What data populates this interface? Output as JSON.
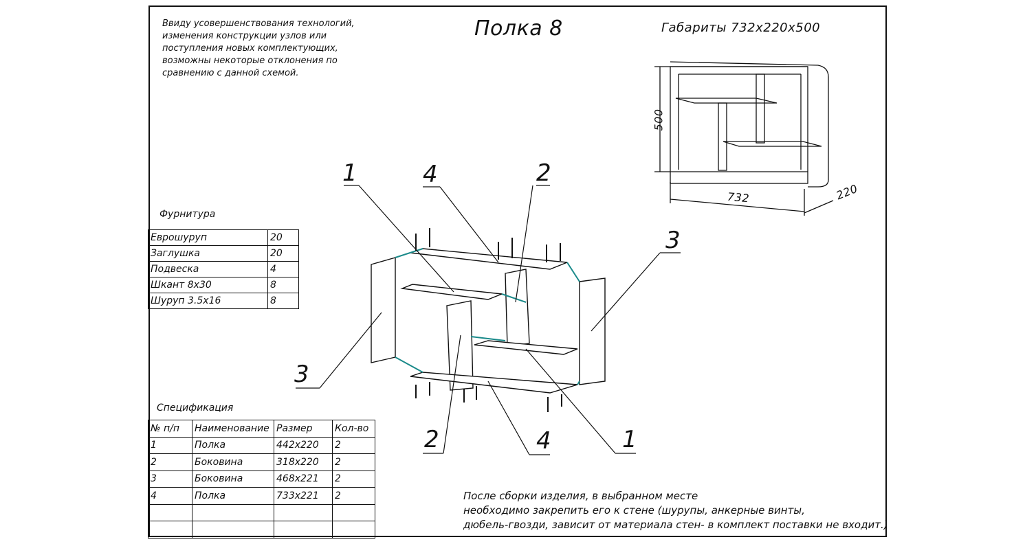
{
  "note": "Ввиду усовершенствования технологий,\nизменения конструкции узлов или\nпоступления новых комплектующих,\nвозможны некоторые отклонения по\nсравнению с данной схемой.",
  "title": "Полка 8",
  "dimensions_label": "Габариты 732x220x500",
  "overall": {
    "height": "500",
    "width": "732",
    "depth": "220"
  },
  "hardware": {
    "caption": "Фурнитура",
    "rows": [
      {
        "name": "Еврошуруп",
        "qty": "20"
      },
      {
        "name": "Заглушка",
        "qty": "20"
      },
      {
        "name": "Подвеска",
        "qty": "4"
      },
      {
        "name": "Шкант 8x30",
        "qty": "8"
      },
      {
        "name": "Шуруп 3.5x16",
        "qty": "8"
      }
    ]
  },
  "spec": {
    "caption": "Спецификация",
    "headers": [
      "№ п/п",
      "Наименование",
      "Размер",
      "Кол-во"
    ],
    "rows": [
      [
        "1",
        "Полка",
        "442x220",
        "2"
      ],
      [
        "2",
        "Боковина",
        "318x220",
        "2"
      ],
      [
        "3",
        "Боковина",
        "468x221",
        "2"
      ],
      [
        "4",
        "Полка",
        "733x221",
        "2"
      ],
      [
        "",
        "",
        "",
        ""
      ],
      [
        "",
        "",
        "",
        ""
      ]
    ]
  },
  "callouts": [
    "1",
    "4",
    "2",
    "3",
    "3",
    "2",
    "4",
    "1"
  ],
  "footer": "После сборки изделия, в выбранном месте\nнеобходимо закрепить его к стене (шурупы, анкерные винты,\nдюбель-гвозди, зависит от материала стен- в комплект поставки не входит.)",
  "colors": {
    "line": "#111111",
    "connector": "#1a8a8a"
  }
}
